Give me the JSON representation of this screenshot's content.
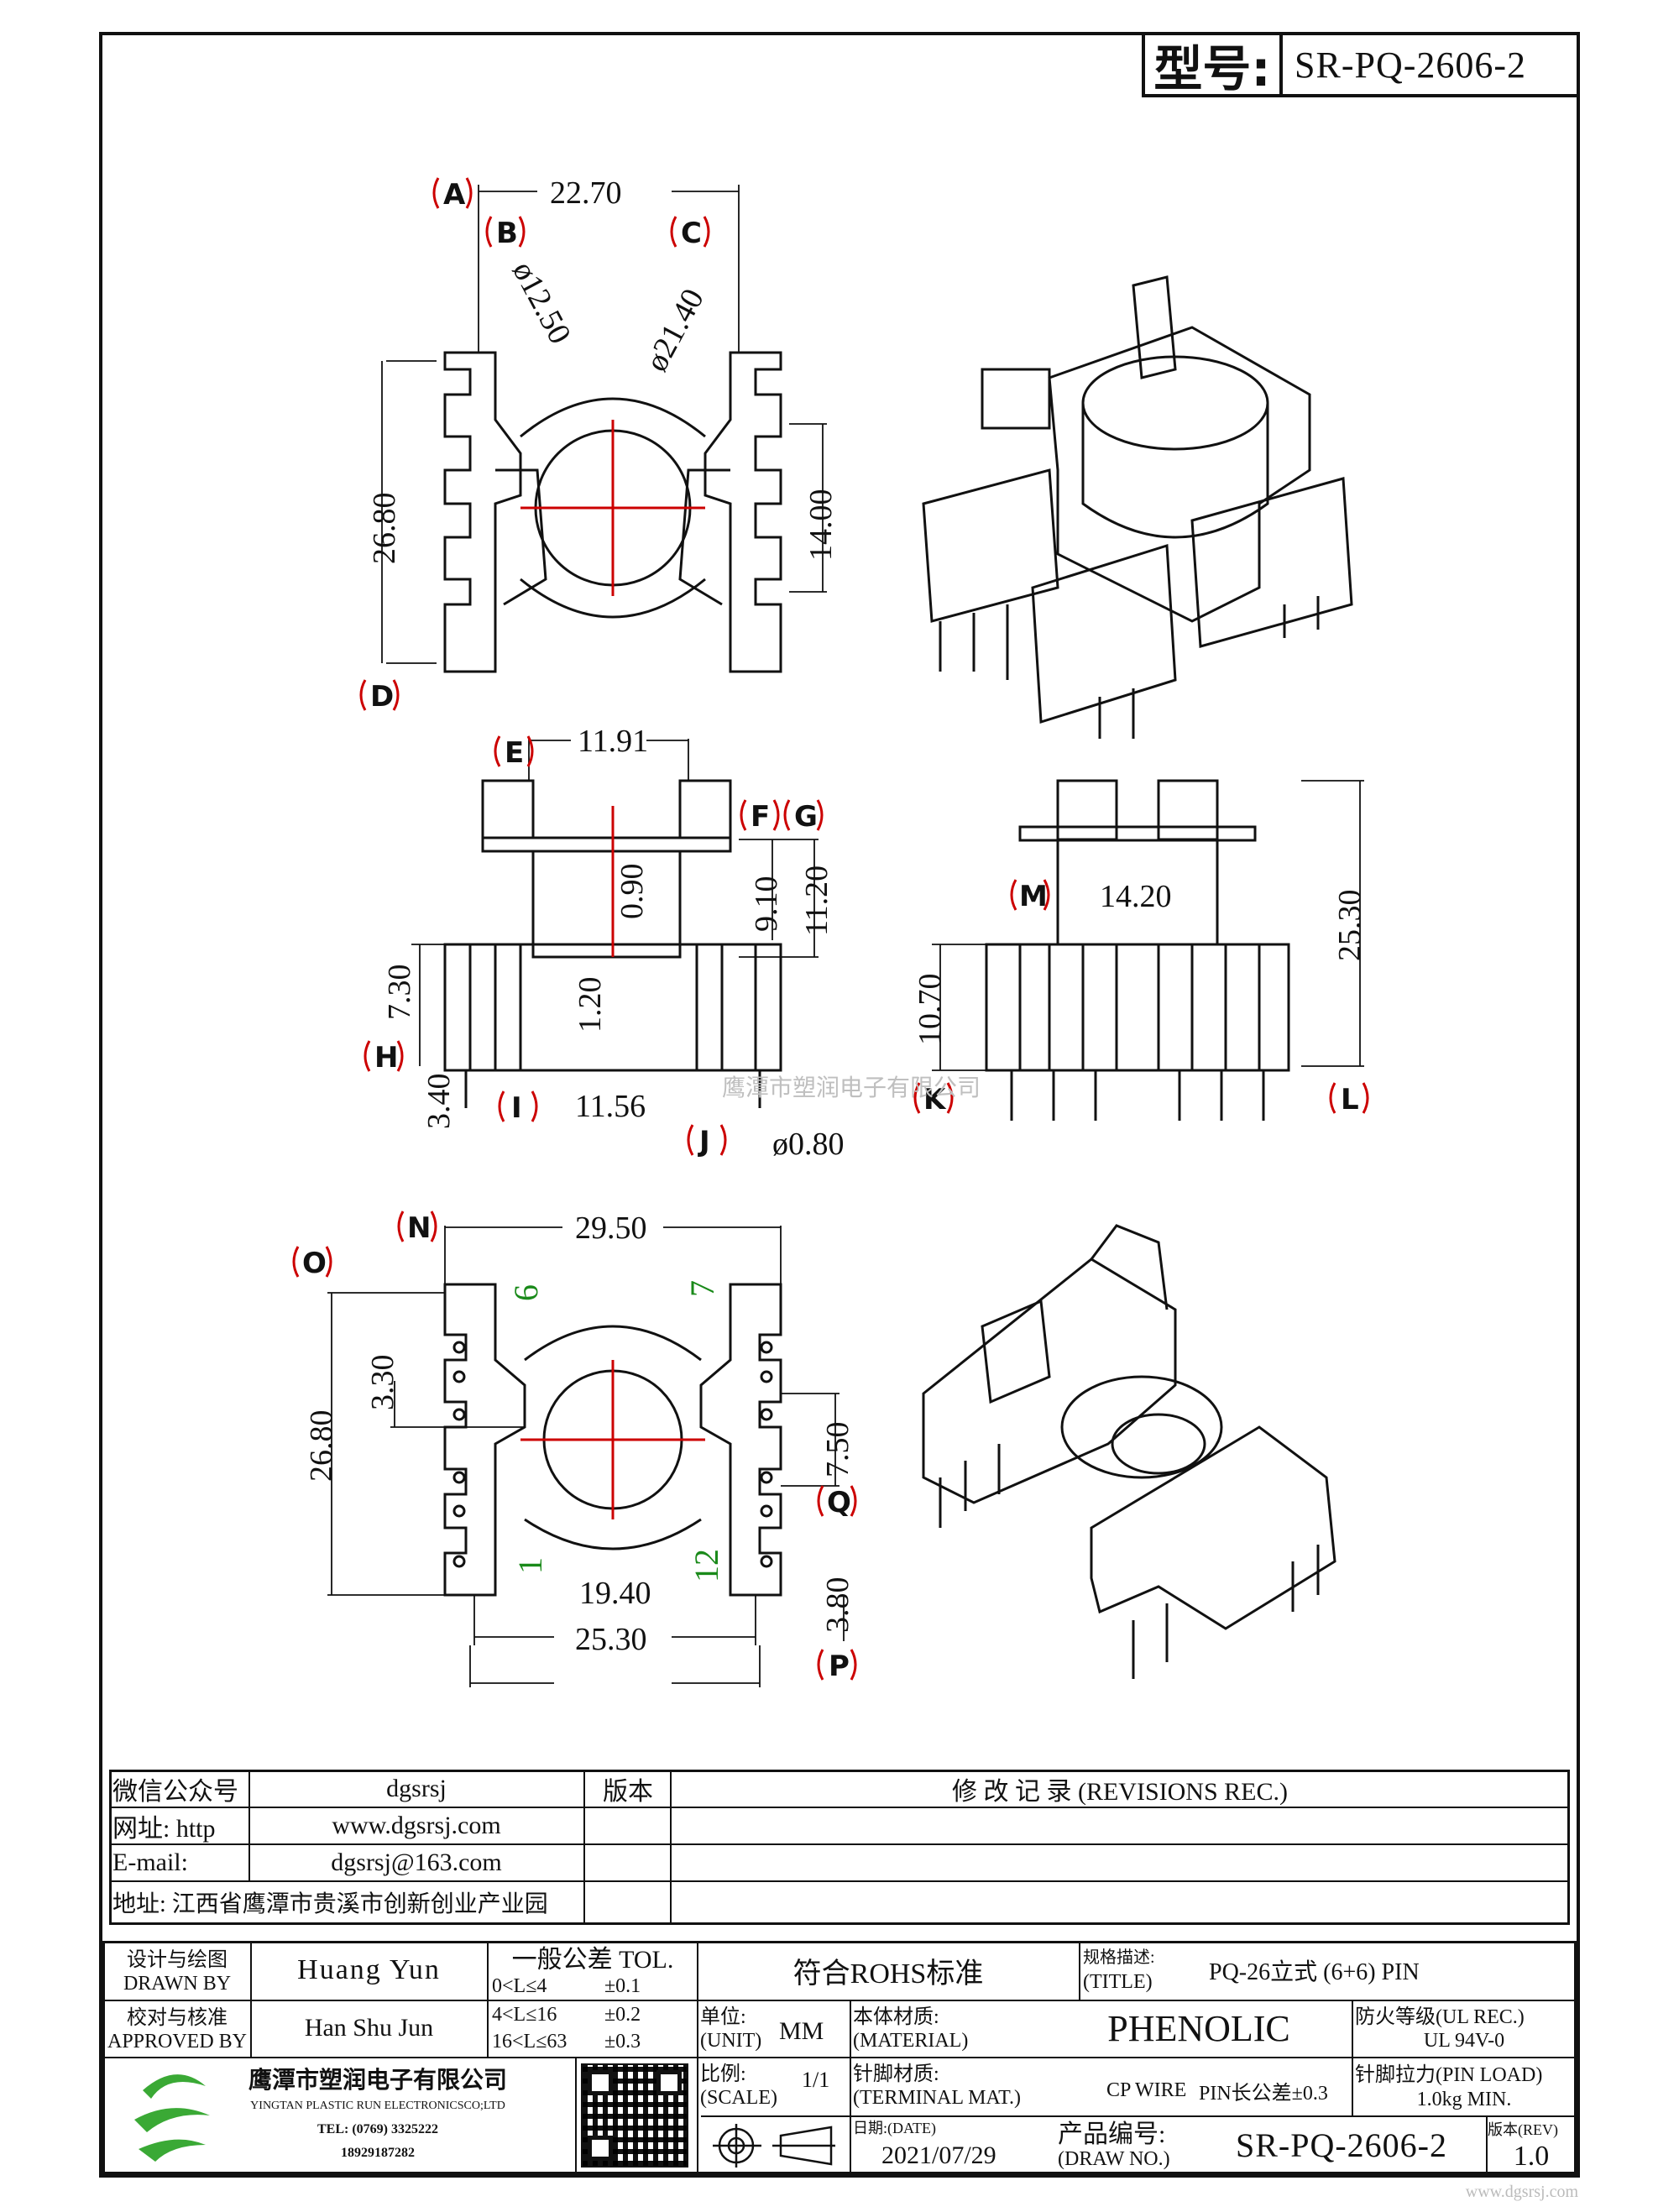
{
  "model": {
    "label": "型号:",
    "value": "SR-PQ-2606-2"
  },
  "top_view": {
    "dims": [
      "22.70",
      "ø12.50",
      "ø21.40",
      "26.80",
      "14.00"
    ],
    "labels": [
      "A",
      "B",
      "C",
      "D"
    ]
  },
  "front_view": {
    "dims": [
      "11.91",
      "0.90",
      "9.10",
      "11.20",
      "7.30",
      "1.20",
      "3.40",
      "11.56",
      "ø0.80"
    ],
    "labels": [
      "E",
      "F",
      "G",
      "H",
      "I",
      "J"
    ]
  },
  "side_view": {
    "dims": [
      "14.20",
      "25.30",
      "10.70"
    ],
    "labels": [
      "M",
      "K",
      "L"
    ]
  },
  "bottom_view": {
    "dims": [
      "29.50",
      "26.80",
      "3.30",
      "7.50",
      "19.40",
      "25.30",
      "3.80"
    ],
    "labels": [
      "N",
      "O",
      "Q",
      "P"
    ],
    "pin_numbers": [
      "6",
      "7",
      "1",
      "12"
    ]
  },
  "watermark": "鹰潭市塑润电子有限公司",
  "contact": {
    "wechat_label": "微信公众号",
    "wechat": "dgsrsj",
    "web_label": "网址: http",
    "web": "www.dgsrsj.com",
    "email_label": "E-mail:",
    "email": "dgsrsj@163.com",
    "address": "地址: 江西省鹰潭市贵溪市创新创业产业园",
    "version_label": "版本",
    "revisions_title": "修 改 记 录 (REVISIONS REC.)"
  },
  "title_block": {
    "drawn_by_label_cn": "设计与绘图",
    "drawn_by_label": "DRAWN BY",
    "drawn_by": "Huang Yun",
    "approved_label_cn": "校对与核准",
    "approved_label": "APPROVED BY",
    "approved_by": "Han Shu Jun",
    "tol_title": "一般公差 TOL.",
    "tol": [
      [
        "0<L≤4",
        "±0.1"
      ],
      [
        "4<L≤16",
        "±0.2"
      ],
      [
        "16<L≤63",
        "±0.3"
      ]
    ],
    "rohs": "符合ROHS标准",
    "spec_label_cn": "规格描述:",
    "spec_label": "(TITLE)",
    "spec": "PQ-26立式 (6+6) PIN",
    "unit_label_cn": "单位:",
    "unit_label": "(UNIT)",
    "unit": "MM",
    "material_label_cn": "本体材质:",
    "material_label": "(MATERIAL)",
    "material": "PHENOLIC",
    "fire_label": "防火等级(UL REC.)",
    "fire": "UL 94V-0",
    "scale_label_cn": "比例:",
    "scale_label": "(SCALE)",
    "scale": "1/1",
    "terminal_label_cn": "针脚材质:",
    "terminal_label": "(TERMINAL MAT.)",
    "terminal": "CP WIRE",
    "pin_tol": "PIN长公差±0.3",
    "pin_load_label": "针脚拉力(PIN LOAD)",
    "pin_load": "1.0kg MIN.",
    "date_label": "日期:(DATE)",
    "date": "2021/07/29",
    "drawno_label_cn": "产品编号:",
    "drawno_label": "(DRAW NO.)",
    "drawno": "SR-PQ-2606-2",
    "rev_label": "版本(REV)",
    "rev": "1.0",
    "company_cn": "鹰潭市塑润电子有限公司",
    "company_en": "YINGTAN PLASTIC RUN ELECTRONICSCO;LTD",
    "tel": "TEL: (0769) 3325222",
    "phone": "18929187282",
    "site_mark": "www.dgsrsj.com"
  },
  "colors": {
    "dimension_red": "#cc0000",
    "pin_green": "#1a8a1a"
  }
}
